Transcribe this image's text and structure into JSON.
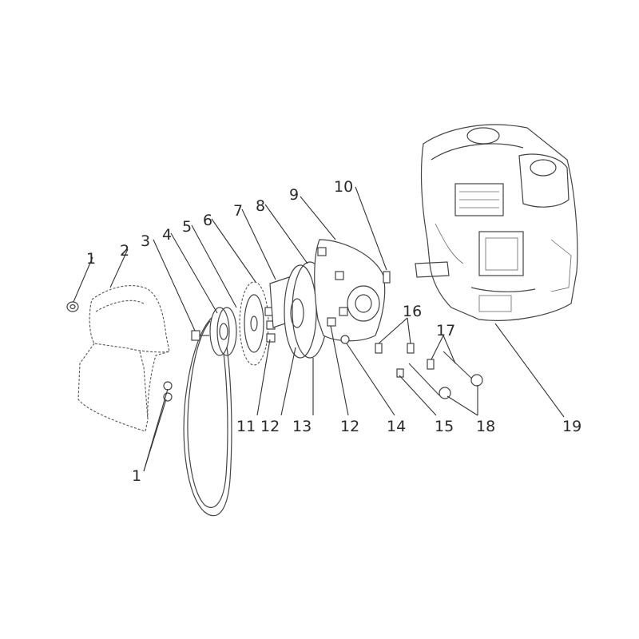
{
  "callouts": [
    "1",
    "2",
    "3",
    "4",
    "5",
    "6",
    "7",
    "8",
    "9",
    "10",
    "11",
    "12",
    "13",
    "12",
    "14",
    "15",
    "16",
    "17",
    "18",
    "19",
    "1"
  ]
}
